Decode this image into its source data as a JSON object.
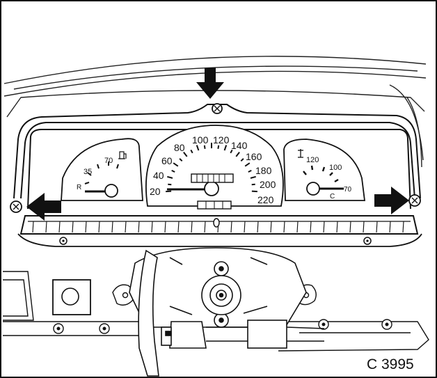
{
  "figure": {
    "reference_code": "C 3995"
  },
  "speedometer": {
    "ticks": [
      "20",
      "40",
      "60",
      "80",
      "100",
      "120",
      "140",
      "160",
      "180",
      "200",
      "220"
    ]
  },
  "fuel_gauge": {
    "labels": [
      "R",
      "35",
      "70"
    ],
    "icon": "fuel-pump-icon"
  },
  "temperature_gauge": {
    "labels": [
      "120",
      "100",
      "70",
      "C"
    ],
    "icon": "thermometer-icon"
  },
  "arrows": {
    "count": 3,
    "directions": [
      "left",
      "down",
      "right"
    ],
    "color": "#111111"
  }
}
